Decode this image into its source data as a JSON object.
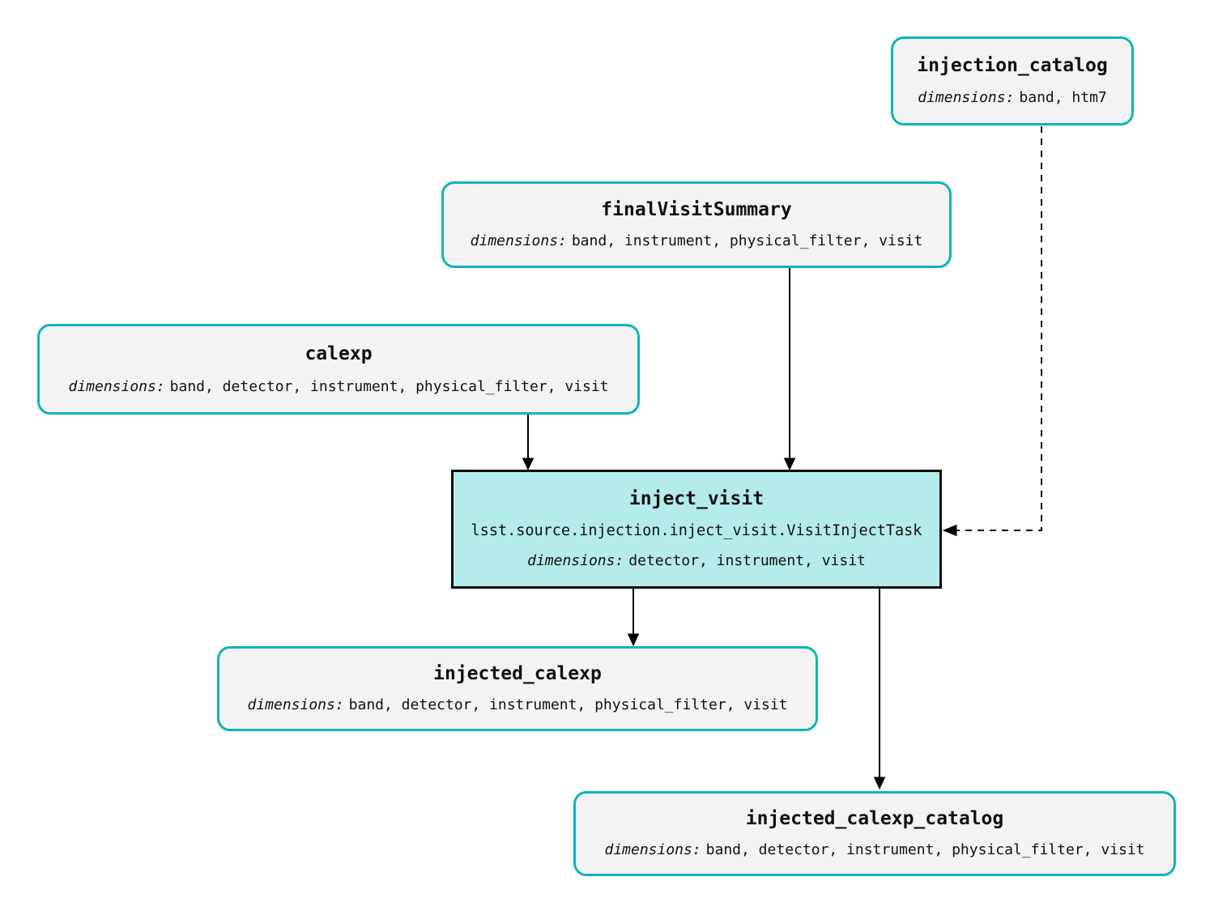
{
  "diagram": {
    "colors": {
      "teal": "#0bb5bc",
      "task-fill": "#b3ecea",
      "dataset-fill": "#f3f3f3",
      "line": "#000000",
      "text": "#111111"
    },
    "nodes": {
      "injection_catalog": {
        "title": "injection_catalog",
        "dimensions_label": "dimensions:",
        "dimensions": "band, htm7"
      },
      "finalVisitSummary": {
        "title": "finalVisitSummary",
        "dimensions_label": "dimensions:",
        "dimensions": "band, instrument, physical_filter, visit"
      },
      "calexp": {
        "title": "calexp",
        "dimensions_label": "dimensions:",
        "dimensions": "band, detector, instrument, physical_filter, visit"
      },
      "inject_visit": {
        "title": "inject_visit",
        "task_class": "lsst.source.injection.inject_visit.VisitInjectTask",
        "dimensions_label": "dimensions:",
        "dimensions": "detector, instrument, visit"
      },
      "injected_calexp": {
        "title": "injected_calexp",
        "dimensions_label": "dimensions:",
        "dimensions": "band, detector, instrument, physical_filter, visit"
      },
      "injected_calexp_catalog": {
        "title": "injected_calexp_catalog",
        "dimensions_label": "dimensions:",
        "dimensions": "band, detector, instrument, physical_filter, visit"
      }
    },
    "edges": [
      {
        "from": "calexp",
        "to": "inject_visit",
        "style": "solid"
      },
      {
        "from": "finalVisitSummary",
        "to": "inject_visit",
        "style": "solid"
      },
      {
        "from": "injection_catalog",
        "to": "inject_visit",
        "style": "dashed"
      },
      {
        "from": "inject_visit",
        "to": "injected_calexp",
        "style": "solid"
      },
      {
        "from": "inject_visit",
        "to": "injected_calexp_catalog",
        "style": "solid"
      }
    ]
  }
}
